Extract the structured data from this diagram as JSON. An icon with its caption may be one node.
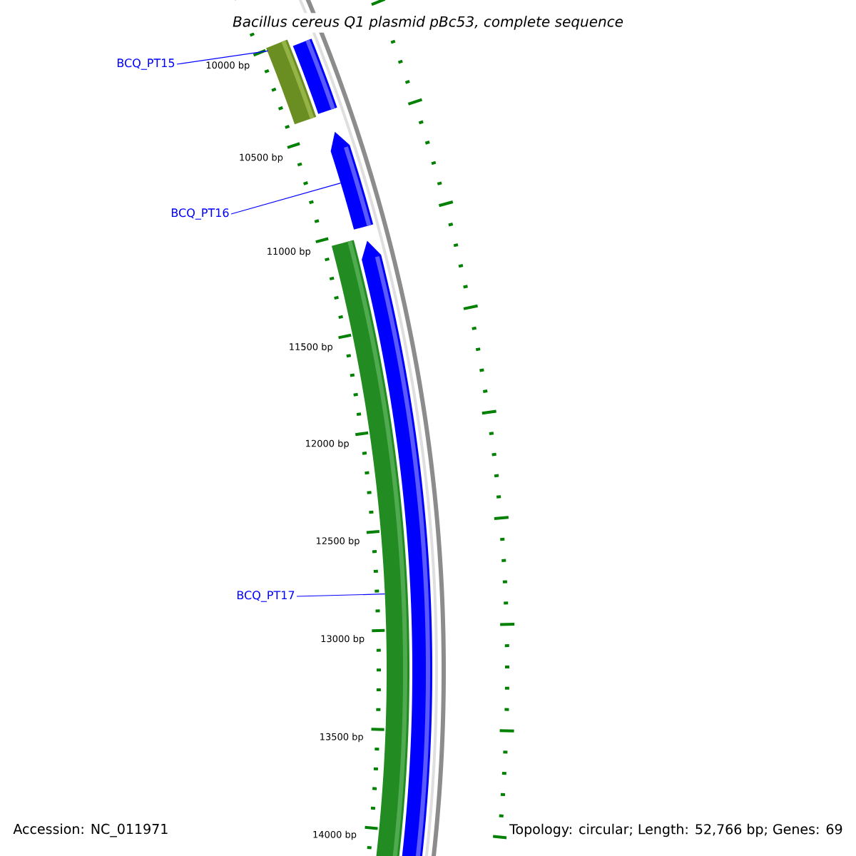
{
  "diagram": {
    "title": "Bacillus cereus Q1 plasmid pBc53, complete sequence",
    "nodes": [
      {
        "text": [
          "BCQ_PT15"
        ]
      },
      {
        "text": [
          "BCQ_PT16"
        ]
      },
      {
        "text": [
          "BCQ_PT17"
        ]
      },
      {
        "text": [],
        "shape": "bar"
      },
      {
        "text": [],
        "shape": "arrow"
      },
      {
        "text": [],
        "shape": "arrow"
      },
      {
        "text": [],
        "shape": "bar"
      },
      {
        "text": [],
        "shape": "arrow"
      }
    ],
    "edges": [
      {
        "from": 0,
        "to": 3,
        "arrow": "none"
      },
      {
        "from": 1,
        "to": 5,
        "arrow": "none"
      },
      {
        "from": 2,
        "to": 6,
        "arrow": "none"
      }
    ],
    "labels": [
      "10000 bp",
      "10500 bp",
      "11000 bp",
      "11500 bp",
      "12000 bp",
      "12500 bp",
      "13000 bp",
      "13500 bp",
      "14000 bp",
      "Accession: NC_011971",
      "Topology: circular; Length: 52,766 bp; Genes: 69"
    ]
  }
}
